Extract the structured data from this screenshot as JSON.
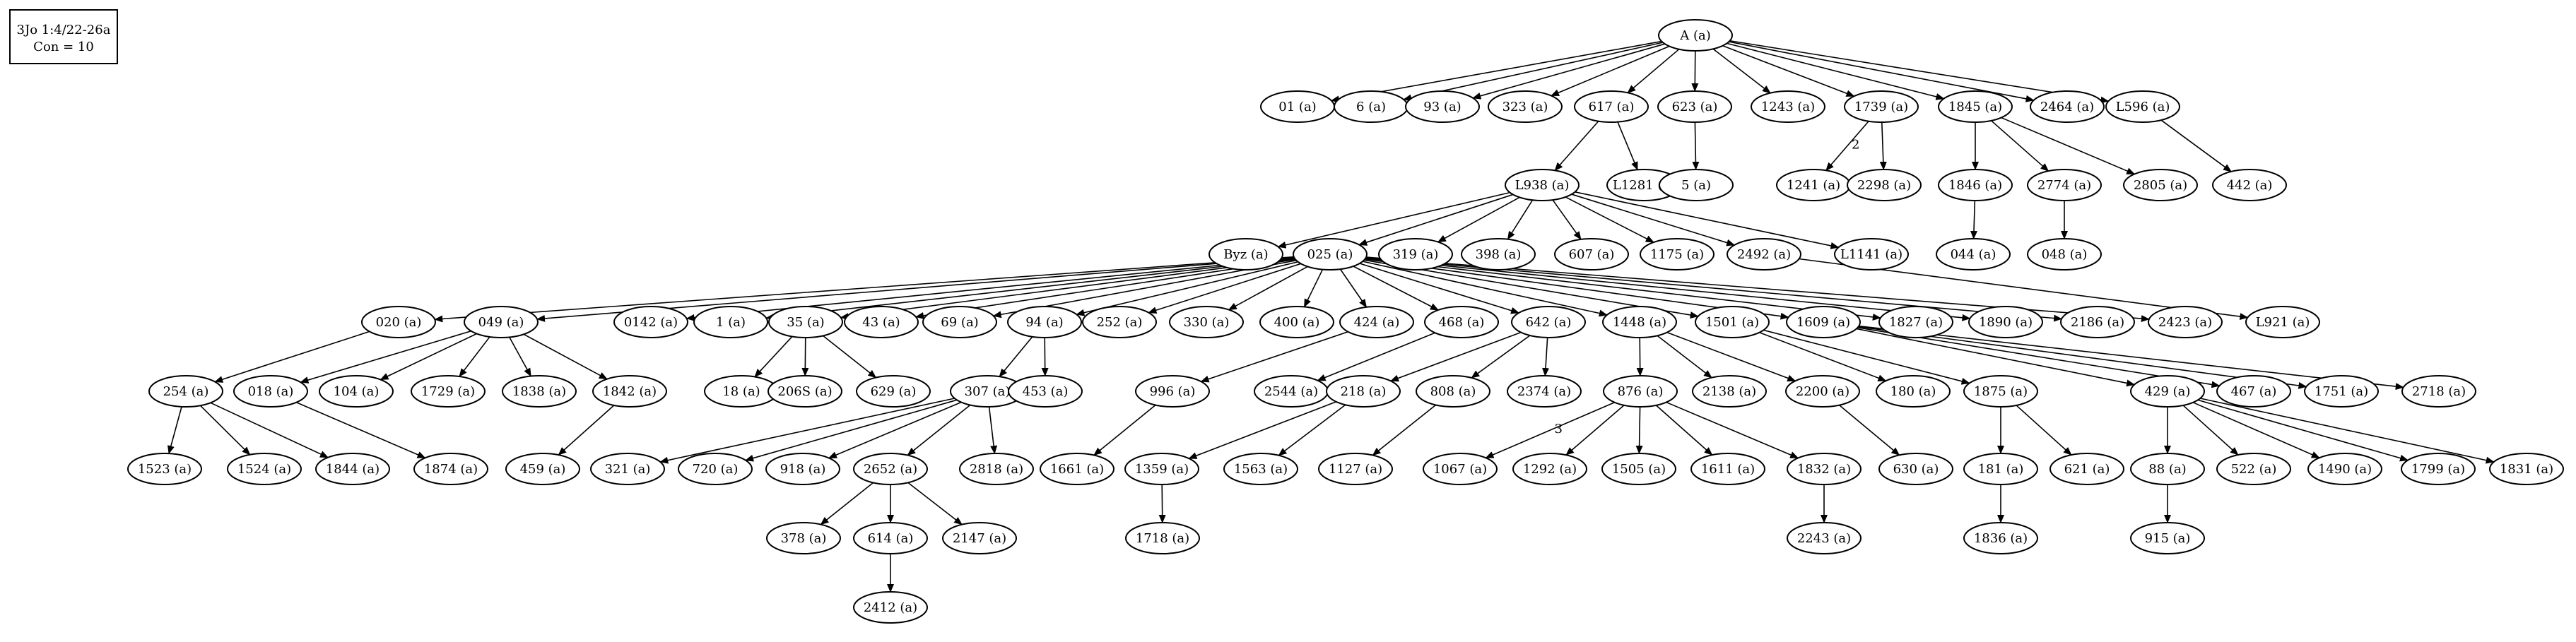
{
  "legend": {
    "line1": "3Jo 1:4/22-26a",
    "line2": "Con = 10"
  },
  "colors": {
    "stroke": "#000000",
    "fill": "#ffffff"
  },
  "nodes": [
    {
      "id": "A",
      "label": "A (a)"
    },
    {
      "id": "01",
      "label": "01 (a)"
    },
    {
      "id": "6",
      "label": "6 (a)"
    },
    {
      "id": "93",
      "label": "93 (a)"
    },
    {
      "id": "323",
      "label": "323 (a)"
    },
    {
      "id": "617",
      "label": "617 (a)"
    },
    {
      "id": "623",
      "label": "623 (a)"
    },
    {
      "id": "1243",
      "label": "1243 (a)"
    },
    {
      "id": "1739",
      "label": "1739 (a)"
    },
    {
      "id": "1845",
      "label": "1845 (a)"
    },
    {
      "id": "2464",
      "label": "2464 (a)"
    },
    {
      "id": "L596",
      "label": "L596 (a)"
    },
    {
      "id": "L938",
      "label": "L938 (a)"
    },
    {
      "id": "L1281",
      "label": "L1281 (a)"
    },
    {
      "id": "5",
      "label": "5 (a)"
    },
    {
      "id": "1241",
      "label": "1241 (a)"
    },
    {
      "id": "2298",
      "label": "2298 (a)"
    },
    {
      "id": "1846",
      "label": "1846 (a)"
    },
    {
      "id": "2774",
      "label": "2774 (a)"
    },
    {
      "id": "2805",
      "label": "2805 (a)"
    },
    {
      "id": "442",
      "label": "442 (a)"
    },
    {
      "id": "Byz",
      "label": "Byz (a)"
    },
    {
      "id": "025",
      "label": "025 (a)"
    },
    {
      "id": "319",
      "label": "319 (a)"
    },
    {
      "id": "398",
      "label": "398 (a)"
    },
    {
      "id": "607",
      "label": "607 (a)"
    },
    {
      "id": "1175",
      "label": "1175 (a)"
    },
    {
      "id": "2492",
      "label": "2492 (a)"
    },
    {
      "id": "L1141",
      "label": "L1141 (a)"
    },
    {
      "id": "044",
      "label": "044 (a)"
    },
    {
      "id": "048",
      "label": "048 (a)"
    },
    {
      "id": "020",
      "label": "020 (a)"
    },
    {
      "id": "049",
      "label": "049 (a)"
    },
    {
      "id": "0142",
      "label": "0142 (a)"
    },
    {
      "id": "1",
      "label": "1 (a)"
    },
    {
      "id": "35",
      "label": "35 (a)"
    },
    {
      "id": "43",
      "label": "43 (a)"
    },
    {
      "id": "69",
      "label": "69 (a)"
    },
    {
      "id": "94",
      "label": "94 (a)"
    },
    {
      "id": "252",
      "label": "252 (a)"
    },
    {
      "id": "330",
      "label": "330 (a)"
    },
    {
      "id": "400",
      "label": "400 (a)"
    },
    {
      "id": "424",
      "label": "424 (a)"
    },
    {
      "id": "468",
      "label": "468 (a)"
    },
    {
      "id": "642",
      "label": "642 (a)"
    },
    {
      "id": "1448",
      "label": "1448 (a)"
    },
    {
      "id": "1501",
      "label": "1501 (a)"
    },
    {
      "id": "1609",
      "label": "1609 (a)"
    },
    {
      "id": "1827",
      "label": "1827 (a)"
    },
    {
      "id": "1890",
      "label": "1890 (a)"
    },
    {
      "id": "2186",
      "label": "2186 (a)"
    },
    {
      "id": "2423",
      "label": "2423 (a)"
    },
    {
      "id": "L921",
      "label": "L921 (a)"
    },
    {
      "id": "254",
      "label": "254 (a)"
    },
    {
      "id": "018",
      "label": "018 (a)"
    },
    {
      "id": "104",
      "label": "104 (a)"
    },
    {
      "id": "1729",
      "label": "1729 (a)"
    },
    {
      "id": "1838",
      "label": "1838 (a)"
    },
    {
      "id": "1842",
      "label": "1842 (a)"
    },
    {
      "id": "18",
      "label": "18 (a)"
    },
    {
      "id": "206S",
      "label": "206S (a)"
    },
    {
      "id": "629",
      "label": "629 (a)"
    },
    {
      "id": "307",
      "label": "307 (a)"
    },
    {
      "id": "453",
      "label": "453 (a)"
    },
    {
      "id": "996",
      "label": "996 (a)"
    },
    {
      "id": "2544",
      "label": "2544 (a)"
    },
    {
      "id": "218",
      "label": "218 (a)"
    },
    {
      "id": "808",
      "label": "808 (a)"
    },
    {
      "id": "2374",
      "label": "2374 (a)"
    },
    {
      "id": "876",
      "label": "876 (a)"
    },
    {
      "id": "2138",
      "label": "2138 (a)"
    },
    {
      "id": "2200",
      "label": "2200 (a)"
    },
    {
      "id": "180",
      "label": "180 (a)"
    },
    {
      "id": "1875",
      "label": "1875 (a)"
    },
    {
      "id": "429",
      "label": "429 (a)"
    },
    {
      "id": "467",
      "label": "467 (a)"
    },
    {
      "id": "1751",
      "label": "1751 (a)"
    },
    {
      "id": "2718",
      "label": "2718 (a)"
    },
    {
      "id": "1523",
      "label": "1523 (a)"
    },
    {
      "id": "1524",
      "label": "1524 (a)"
    },
    {
      "id": "1844",
      "label": "1844 (a)"
    },
    {
      "id": "1874",
      "label": "1874 (a)"
    },
    {
      "id": "459",
      "label": "459 (a)"
    },
    {
      "id": "321",
      "label": "321 (a)"
    },
    {
      "id": "720",
      "label": "720 (a)"
    },
    {
      "id": "918",
      "label": "918 (a)"
    },
    {
      "id": "2652",
      "label": "2652 (a)"
    },
    {
      "id": "2818",
      "label": "2818 (a)"
    },
    {
      "id": "1661",
      "label": "1661 (a)"
    },
    {
      "id": "1359",
      "label": "1359 (a)"
    },
    {
      "id": "1563",
      "label": "1563 (a)"
    },
    {
      "id": "1127",
      "label": "1127 (a)"
    },
    {
      "id": "1067",
      "label": "1067 (a)"
    },
    {
      "id": "1292",
      "label": "1292 (a)"
    },
    {
      "id": "1505",
      "label": "1505 (a)"
    },
    {
      "id": "1611",
      "label": "1611 (a)"
    },
    {
      "id": "1832",
      "label": "1832 (a)"
    },
    {
      "id": "630",
      "label": "630 (a)"
    },
    {
      "id": "181",
      "label": "181 (a)"
    },
    {
      "id": "621",
      "label": "621 (a)"
    },
    {
      "id": "88",
      "label": "88 (a)"
    },
    {
      "id": "522",
      "label": "522 (a)"
    },
    {
      "id": "1490",
      "label": "1490 (a)"
    },
    {
      "id": "1799",
      "label": "1799 (a)"
    },
    {
      "id": "1831",
      "label": "1831 (a)"
    },
    {
      "id": "378",
      "label": "378 (a)"
    },
    {
      "id": "614",
      "label": "614 (a)"
    },
    {
      "id": "2147",
      "label": "2147 (a)"
    },
    {
      "id": "1718",
      "label": "1718 (a)"
    },
    {
      "id": "2243",
      "label": "2243 (a)"
    },
    {
      "id": "1836",
      "label": "1836 (a)"
    },
    {
      "id": "915",
      "label": "915 (a)"
    },
    {
      "id": "2412",
      "label": "2412 (a)"
    }
  ],
  "edges": [
    [
      "A",
      "01"
    ],
    [
      "A",
      "6"
    ],
    [
      "A",
      "93"
    ],
    [
      "A",
      "323"
    ],
    [
      "A",
      "617"
    ],
    [
      "A",
      "623"
    ],
    [
      "A",
      "1243"
    ],
    [
      "A",
      "1739"
    ],
    [
      "A",
      "1845"
    ],
    [
      "A",
      "2464"
    ],
    [
      "A",
      "L596"
    ],
    [
      "617",
      "L938"
    ],
    [
      "617",
      "L1281"
    ],
    [
      "623",
      "5"
    ],
    [
      "1739",
      "1241",
      "2"
    ],
    [
      "1739",
      "2298"
    ],
    [
      "1845",
      "1846"
    ],
    [
      "1845",
      "2774"
    ],
    [
      "1845",
      "2805"
    ],
    [
      "L596",
      "442"
    ],
    [
      "L938",
      "Byz"
    ],
    [
      "L938",
      "025"
    ],
    [
      "L938",
      "319"
    ],
    [
      "L938",
      "398"
    ],
    [
      "L938",
      "607"
    ],
    [
      "L938",
      "1175"
    ],
    [
      "L938",
      "2492"
    ],
    [
      "L938",
      "L1141"
    ],
    [
      "1846",
      "044"
    ],
    [
      "2774",
      "048"
    ],
    [
      "2492",
      "L921"
    ],
    [
      "025",
      "020"
    ],
    [
      "025",
      "049"
    ],
    [
      "025",
      "0142"
    ],
    [
      "025",
      "1"
    ],
    [
      "025",
      "35"
    ],
    [
      "025",
      "43"
    ],
    [
      "025",
      "69"
    ],
    [
      "025",
      "94"
    ],
    [
      "025",
      "252"
    ],
    [
      "025",
      "330"
    ],
    [
      "025",
      "400"
    ],
    [
      "025",
      "424"
    ],
    [
      "025",
      "468"
    ],
    [
      "025",
      "642"
    ],
    [
      "025",
      "1448"
    ],
    [
      "025",
      "1501"
    ],
    [
      "025",
      "1609"
    ],
    [
      "025",
      "1827"
    ],
    [
      "025",
      "1890"
    ],
    [
      "025",
      "2186"
    ],
    [
      "025",
      "2423"
    ],
    [
      "020",
      "254"
    ],
    [
      "049",
      "018"
    ],
    [
      "049",
      "104"
    ],
    [
      "049",
      "1729"
    ],
    [
      "049",
      "1838"
    ],
    [
      "049",
      "1842"
    ],
    [
      "35",
      "18"
    ],
    [
      "35",
      "206S"
    ],
    [
      "35",
      "629"
    ],
    [
      "94",
      "307"
    ],
    [
      "94",
      "453"
    ],
    [
      "424",
      "996"
    ],
    [
      "468",
      "2544"
    ],
    [
      "642",
      "218"
    ],
    [
      "642",
      "808"
    ],
    [
      "642",
      "2374"
    ],
    [
      "1448",
      "876"
    ],
    [
      "1448",
      "2138"
    ],
    [
      "1448",
      "2200"
    ],
    [
      "1501",
      "180"
    ],
    [
      "1501",
      "1875"
    ],
    [
      "1609",
      "429"
    ],
    [
      "1609",
      "467"
    ],
    [
      "1609",
      "1751"
    ],
    [
      "1609",
      "2718"
    ],
    [
      "254",
      "1523"
    ],
    [
      "254",
      "1524"
    ],
    [
      "254",
      "1844"
    ],
    [
      "018",
      "1874"
    ],
    [
      "1842",
      "459"
    ],
    [
      "307",
      "321"
    ],
    [
      "307",
      "720"
    ],
    [
      "307",
      "918"
    ],
    [
      "307",
      "2652"
    ],
    [
      "307",
      "2818"
    ],
    [
      "996",
      "1661"
    ],
    [
      "218",
      "1359"
    ],
    [
      "218",
      "1563"
    ],
    [
      "808",
      "1127"
    ],
    [
      "876",
      "1067",
      "3"
    ],
    [
      "876",
      "1292"
    ],
    [
      "876",
      "1505"
    ],
    [
      "876",
      "1611"
    ],
    [
      "876",
      "1832"
    ],
    [
      "2200",
      "630"
    ],
    [
      "1875",
      "181"
    ],
    [
      "1875",
      "621"
    ],
    [
      "429",
      "88"
    ],
    [
      "429",
      "522"
    ],
    [
      "429",
      "1490"
    ],
    [
      "429",
      "1799"
    ],
    [
      "429",
      "1831"
    ],
    [
      "2652",
      "378"
    ],
    [
      "2652",
      "614"
    ],
    [
      "2652",
      "2147"
    ],
    [
      "1359",
      "1718"
    ],
    [
      "1832",
      "2243"
    ],
    [
      "181",
      "1836"
    ],
    [
      "88",
      "915"
    ],
    [
      "614",
      "2412"
    ]
  ]
}
